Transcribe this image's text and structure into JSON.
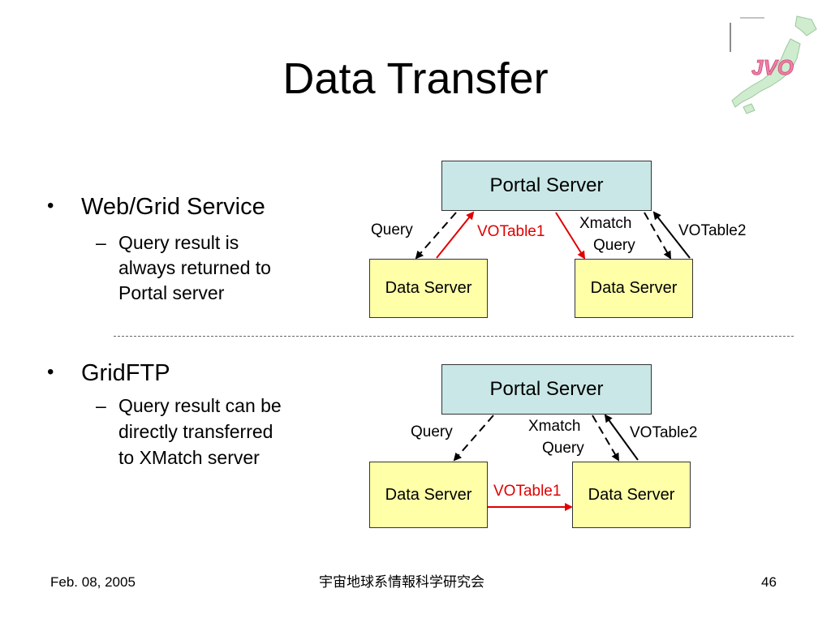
{
  "slide": {
    "title": "Data Transfer",
    "logo_text": "JVO",
    "bullets": [
      {
        "label": "Web/Grid Service",
        "sub": [
          "Query result is",
          "always returned to",
          "Portal server"
        ]
      },
      {
        "label": "GridFTP",
        "sub": [
          "Query result can be",
          "directly transferred",
          "to XMatch server"
        ]
      }
    ],
    "bullet_glyph": "•",
    "sub_glyph": "–"
  },
  "diagram1": {
    "portal": "Portal Server",
    "data_left": "Data Server",
    "data_right": "Data Server",
    "query": "Query",
    "votable1": "VOTable1",
    "xmatch": "Xmatch",
    "xquery": "Query",
    "votable2": "VOTable2"
  },
  "diagram2": {
    "portal": "Portal Server",
    "data_left": "Data Server",
    "data_right": "Data Server",
    "query": "Query",
    "xmatch": "Xmatch",
    "xquery": "Query",
    "votable2": "VOTable2",
    "votable1": "VOTable1"
  },
  "footer": {
    "date": "Feb. 08, 2005",
    "center": "宇宙地球系情報科学研究会",
    "page": "46"
  },
  "colors": {
    "portal_fill": "#c9e7e7",
    "data_fill": "#ffffa8",
    "red_arrow": "#e00000",
    "logo_pink": "#ef7fa6",
    "map_green": "#cfeccf"
  }
}
